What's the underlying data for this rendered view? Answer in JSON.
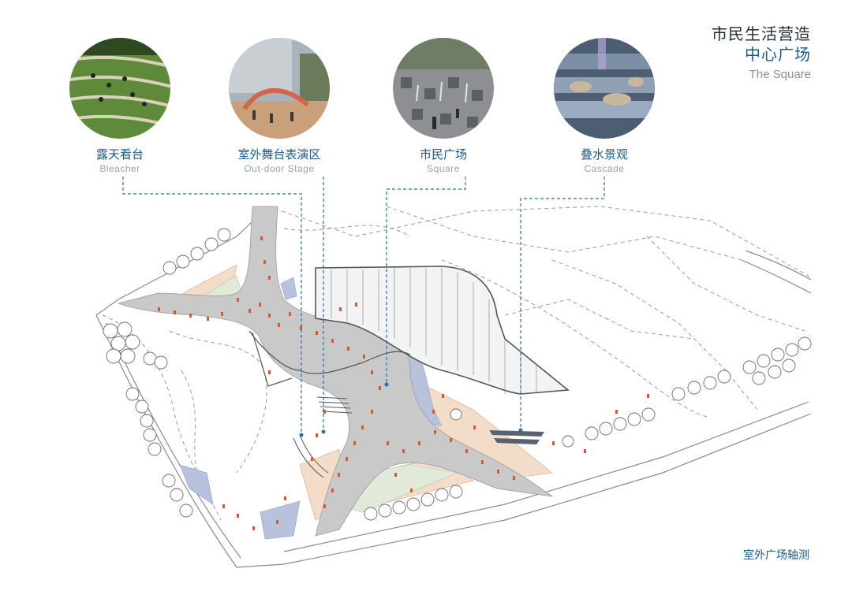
{
  "header": {
    "title": "市民生活营造",
    "accent": "中心广场",
    "subtitle": "The Square"
  },
  "features": [
    {
      "zh": "露天看台",
      "en": "Bleacher"
    },
    {
      "zh": "室外舞台表演区",
      "en": "Out-door Stage"
    },
    {
      "zh": "市民广场",
      "en": "Square"
    },
    {
      "zh": "叠水景观",
      "en": "Cascade"
    }
  ],
  "footer": {
    "caption": "室外广场轴测"
  },
  "colors": {
    "accent": "#1c5a86",
    "plaza": "#c9c9c9",
    "water": "#b9c2dc",
    "sand": "#f3dcc8",
    "people": "#d8582e"
  }
}
